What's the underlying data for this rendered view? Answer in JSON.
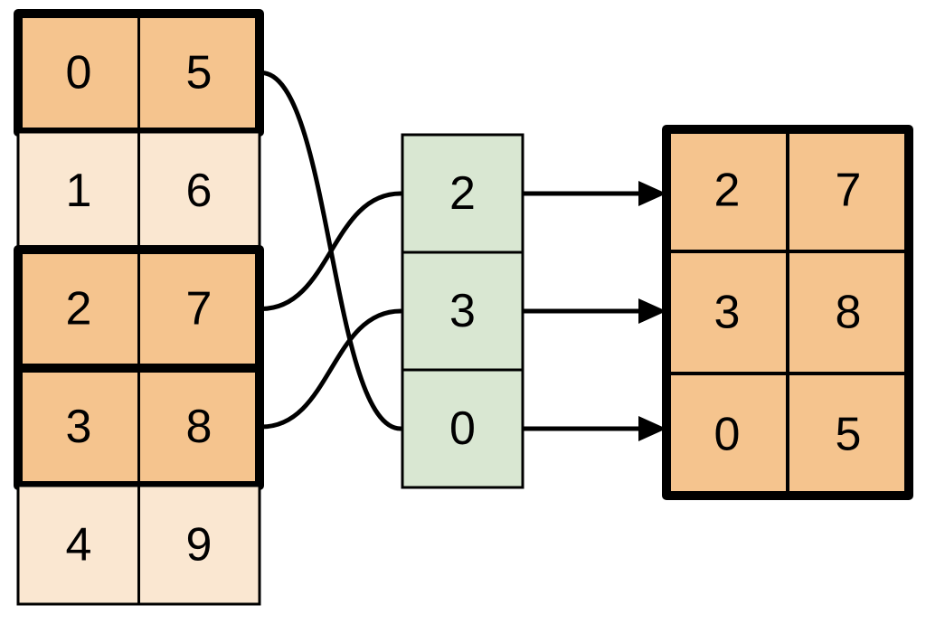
{
  "source_table": {
    "rows": [
      {
        "cells": [
          "0",
          "5"
        ],
        "highlighted": true
      },
      {
        "cells": [
          "1",
          "6"
        ],
        "highlighted": false
      },
      {
        "cells": [
          "2",
          "7"
        ],
        "highlighted": true
      },
      {
        "cells": [
          "3",
          "8"
        ],
        "highlighted": true
      },
      {
        "cells": [
          "4",
          "9"
        ],
        "highlighted": false
      }
    ]
  },
  "index_column": {
    "cells": [
      "2",
      "3",
      "0"
    ]
  },
  "result_table": {
    "rows": [
      [
        "2",
        "7"
      ],
      [
        "3",
        "8"
      ],
      [
        "0",
        "5"
      ]
    ]
  },
  "connections": {
    "curves": [
      {
        "from_source_row": "0 5",
        "to_index_value": "0"
      },
      {
        "from_source_row": "2 7",
        "to_index_value": "2"
      },
      {
        "from_source_row": "3 8",
        "to_index_value": "3"
      }
    ],
    "arrows": [
      {
        "from_index_value": "2",
        "to_result_row": "2 7"
      },
      {
        "from_index_value": "3",
        "to_result_row": "3 8"
      },
      {
        "from_index_value": "0",
        "to_result_row": "0 5"
      }
    ]
  },
  "colors": {
    "highlight_fill": "#F5C48E",
    "normal_fill": "#FAE7D1",
    "index_fill": "#D9E7D2",
    "stroke": "#000000"
  }
}
